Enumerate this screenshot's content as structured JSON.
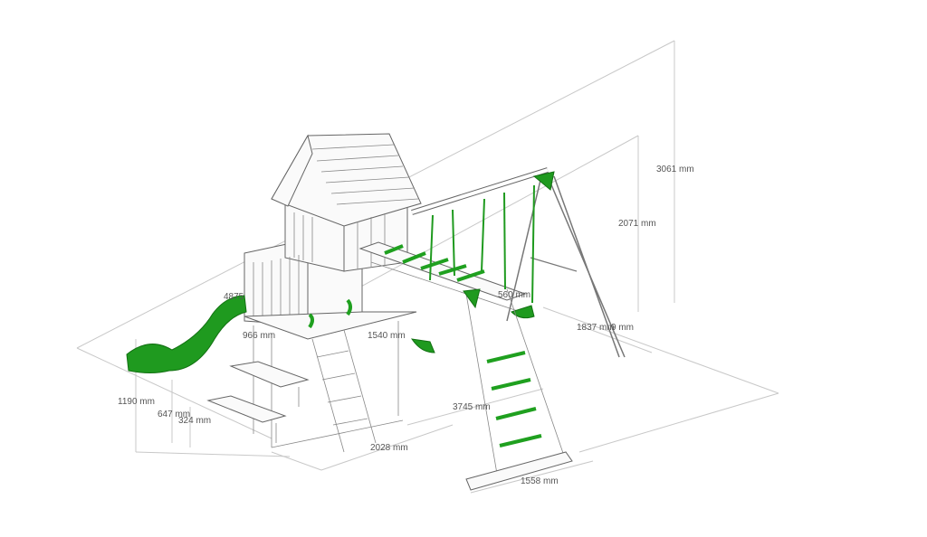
{
  "diagram": {
    "subject": "playground-set",
    "accent_color": "#1f9a1f",
    "dimensions": {
      "total_height": "3061 mm",
      "swing_beam_height": "2071 mm",
      "slide_length": "4875",
      "tower_platform_depth": "966 mm",
      "tower_width": "1540 mm",
      "swing_seat_spacing": "560 mm",
      "swing_frame_depth": "1837 mm",
      "swing_frame_depth_overlap": "9 mm",
      "platform_height": "1190 mm",
      "bench_height": "647 mm",
      "bench_seat_height": "324 mm",
      "monkey_bar_length": "3745 mm",
      "tower_depth": "2028 mm",
      "ladder_base_width": "1558 mm"
    }
  }
}
